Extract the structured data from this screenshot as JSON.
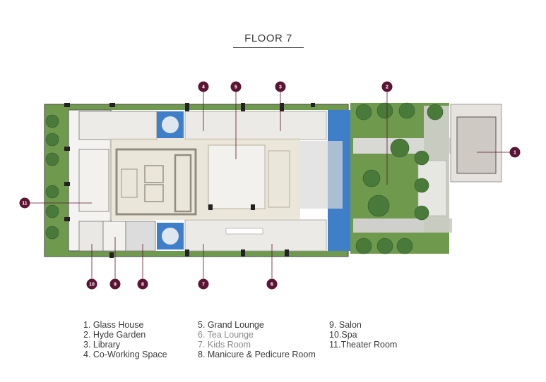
{
  "title": "FLOOR 7",
  "colors": {
    "marker": "#5b1433",
    "lawn": "#6f9a4e",
    "pool": "#3f7fc9",
    "marble": "#eceae6",
    "lounge": "#ddd6c2",
    "wall": "#2a2a2a"
  },
  "legend": {
    "col1": [
      "1.  Glass House",
      "2.  Hyde Garden",
      "3.  Library",
      "4.  Co-Working Space"
    ],
    "col2": [
      "5.  Grand Lounge",
      "6.  Tea Lounge",
      "7.  Kids Room",
      "8.  Manicure & Pedicure Room"
    ],
    "col3": [
      "9.  Salon",
      "10.Spa",
      "11.Theater Room"
    ]
  },
  "markers": [
    {
      "label": "1"
    },
    {
      "label": "2"
    },
    {
      "label": "3"
    },
    {
      "label": "4"
    },
    {
      "label": "5"
    },
    {
      "label": "6"
    },
    {
      "label": "7"
    },
    {
      "label": "8"
    },
    {
      "label": "9"
    },
    {
      "label": "10"
    },
    {
      "label": "11"
    }
  ]
}
